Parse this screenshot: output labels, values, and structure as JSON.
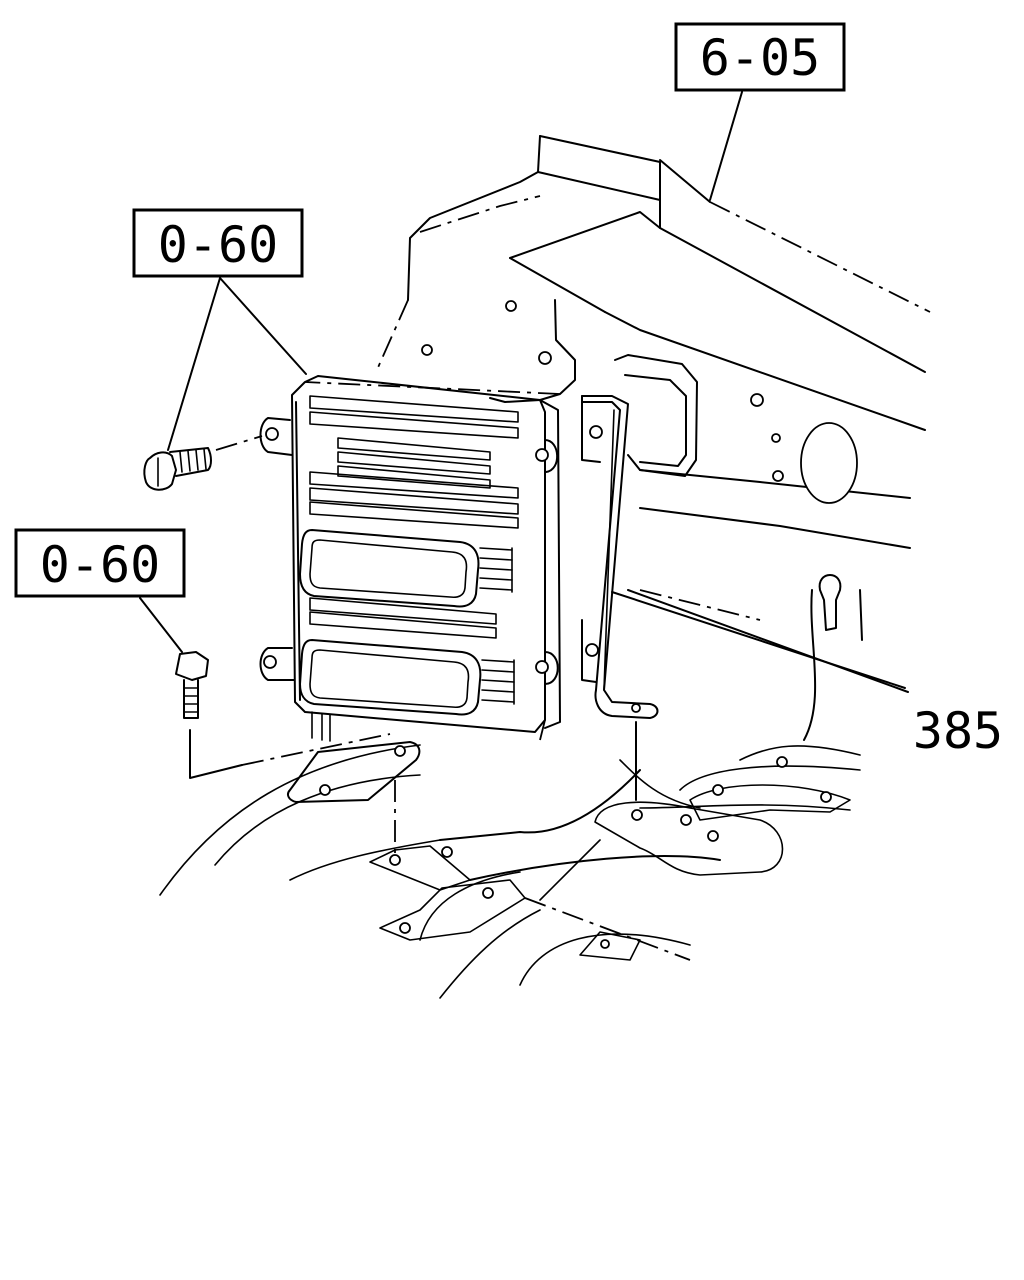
{
  "callouts": {
    "ref_top": "6-05",
    "ref_upper_bolt": "0-60",
    "ref_lower_bolt": "0-60",
    "part_number": "385"
  }
}
